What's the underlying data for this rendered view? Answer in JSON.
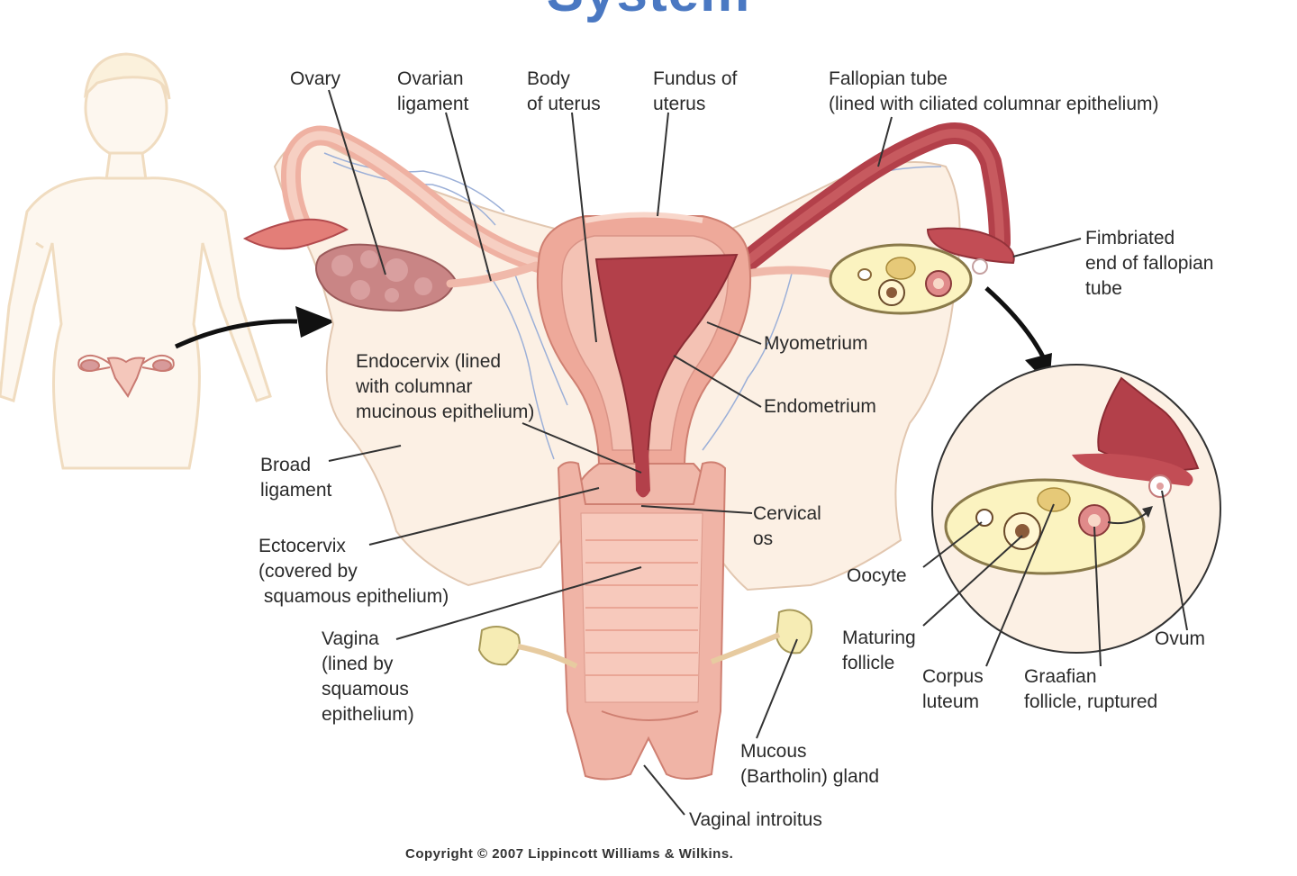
{
  "title_partial": "System",
  "labels": {
    "ovary": "Ovary",
    "ovarian_ligament": "Ovarian\nligament",
    "body_of_uterus": "Body\nof uterus",
    "fundus_of_uterus": "Fundus of\nuterus",
    "fallopian_tube": "Fallopian tube\n(lined with ciliated columnar epithelium)",
    "fimbriated_end": "Fimbriated\nend of fallopian\ntube",
    "myometrium": "Myometrium",
    "endometrium": "Endometrium",
    "endocervix": "Endocervix (lined\nwith columnar\nmucinous epithelium)",
    "broad_ligament": "Broad\nligament",
    "ectocervix": "Ectocervix\n(covered by\n squamous epithelium)",
    "cervical_os": "Cervical\nos",
    "vagina": "Vagina\n(lined by\nsquamous\nepithelium)",
    "oocyte": "Oocyte",
    "maturing_follicle": "Maturing\nfollicle",
    "corpus_luteum": "Corpus\nluteum",
    "graafian_follicle": "Graafian\nfollicle, ruptured",
    "ovum": "Ovum",
    "mucous_gland": "Mucous\n(Bartholin) gland",
    "vaginal_introitus": "Vaginal introitus"
  },
  "copyright": "Copyright © 2007 Lippincott Williams & Wilkins.",
  "colors": {
    "title": "#4a78c2",
    "tissue_light": "#f6d5c9",
    "tissue_pink": "#eea99a",
    "tissue_dark": "#b3404a",
    "ligament": "#fbeee4",
    "ovary": "#c98585",
    "follicle": "#fbf3c0",
    "body_outline": "#f1d9bf"
  }
}
